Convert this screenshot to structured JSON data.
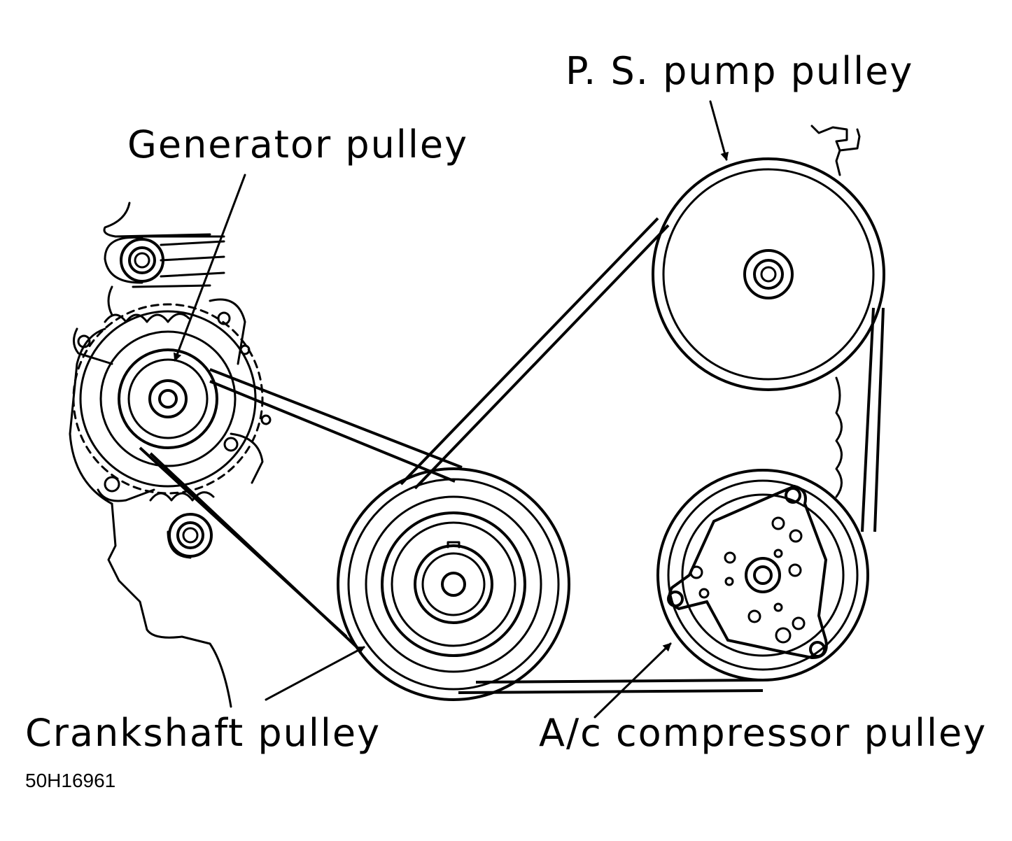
{
  "labels": {
    "ps_pump": "P. S. pump pulley",
    "generator": "Generator pulley",
    "crankshaft": "Crankshaft pulley",
    "ac_compressor": "A/c compressor pulley",
    "figure_code": "50H16961"
  },
  "colors": {
    "ink": "#000000",
    "paper": "#ffffff"
  }
}
